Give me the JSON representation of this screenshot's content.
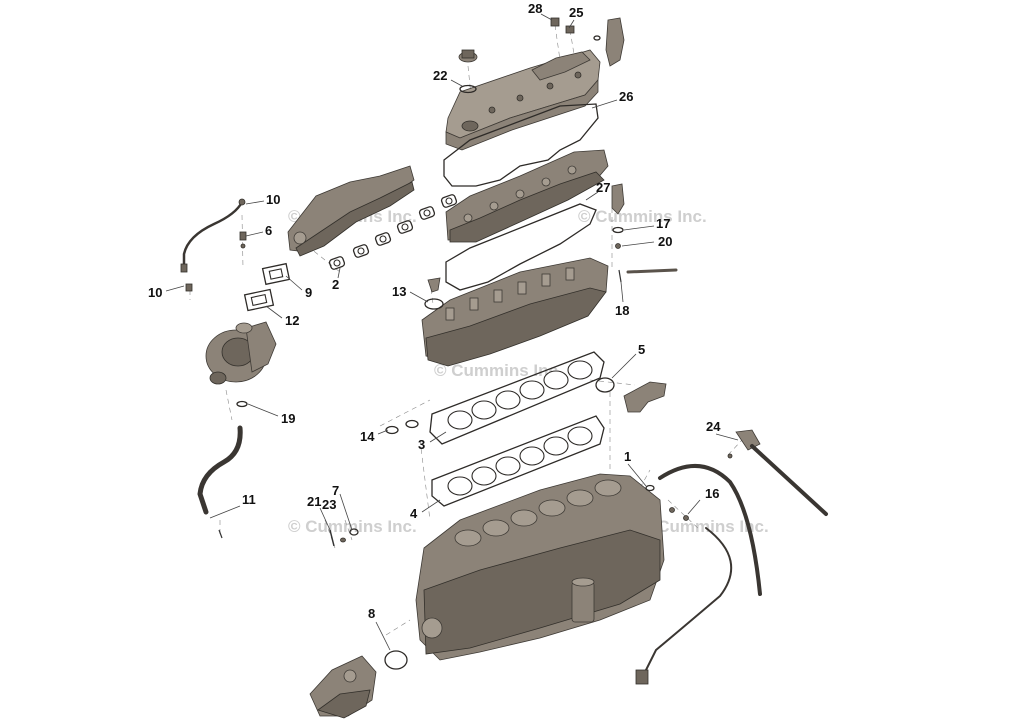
{
  "watermarks": [
    "© Cummins Inc.",
    "© Cummins Inc.",
    "© Cummins Inc.",
    "© Cummins Inc.",
    "© Cummins Inc."
  ],
  "callouts": [
    "28",
    "25",
    "22",
    "26",
    "27",
    "17",
    "20",
    "18",
    "10",
    "6",
    "10",
    "9",
    "2",
    "12",
    "13",
    "5",
    "19",
    "14",
    "3",
    "24",
    "1",
    "11",
    "7",
    "21",
    "23",
    "16",
    "4",
    "8"
  ]
}
